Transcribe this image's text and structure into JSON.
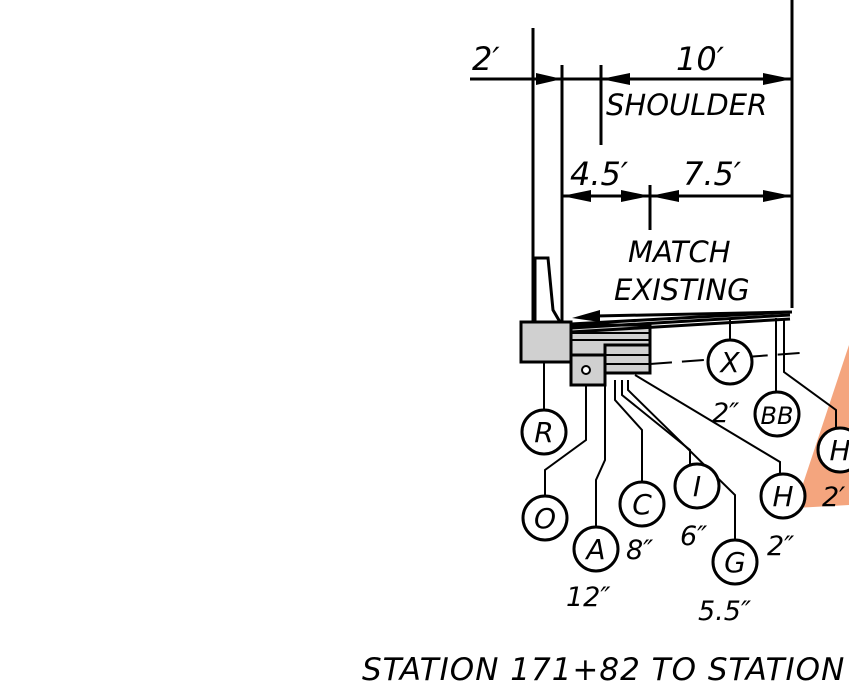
{
  "dimensions": {
    "left_offset": "2′",
    "shoulder_width": "10′",
    "shoulder_label": "SHOULDER",
    "sub_left": "4.5′",
    "sub_right": "7.5′"
  },
  "note": {
    "line1": "MATCH",
    "line2": "EXISTING"
  },
  "callouts": {
    "R": "R",
    "O": "O",
    "A": "A",
    "C": "C",
    "I": "I",
    "G": "G",
    "H": "H",
    "X": "X",
    "BB": "BB",
    "H_partial": "H"
  },
  "thicknesses": {
    "A": "12″",
    "C": "8″",
    "I": "6″",
    "G": "5.5″",
    "H": "2″",
    "BB": "2″",
    "H_partial": "2′"
  },
  "title": "STATION 171+82 TO STATION",
  "colors": {
    "line": "#000000",
    "fill_grey": "#d0d0d0",
    "highlight": "#f4a57e"
  }
}
